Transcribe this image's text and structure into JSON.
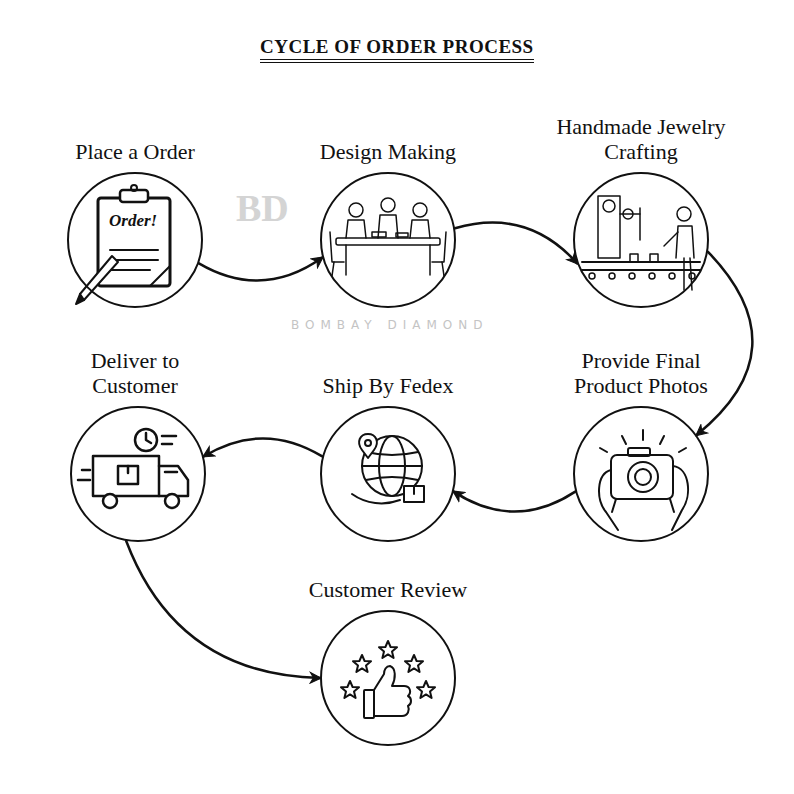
{
  "diagram": {
    "title": "CYCLE OF ORDER PROCESS",
    "nodes": [
      {
        "text": [
          "Place a Order"
        ]
      },
      {
        "text": [
          "Design Making"
        ]
      },
      {
        "text": [
          "Handmade Jewelry Crafting"
        ]
      },
      {
        "text": [
          "Provide Final Product Photos"
        ]
      },
      {
        "text": [
          "Ship By Fedex"
        ]
      },
      {
        "text": [
          "Deliver to Customer"
        ]
      },
      {
        "text": [
          "Customer Review"
        ]
      }
    ],
    "edges": [
      {
        "from": 0,
        "to": 1,
        "arrow": "to"
      },
      {
        "from": 1,
        "to": 2,
        "arrow": "to"
      },
      {
        "from": 2,
        "to": 3,
        "arrow": "to"
      },
      {
        "from": 3,
        "to": 4,
        "arrow": "to"
      },
      {
        "from": 4,
        "to": 5,
        "arrow": "to"
      },
      {
        "from": 5,
        "to": 6,
        "arrow": "to"
      }
    ],
    "labels": [
      "Order!",
      "BOMBAY DIAMOND",
      "BD"
    ]
  }
}
